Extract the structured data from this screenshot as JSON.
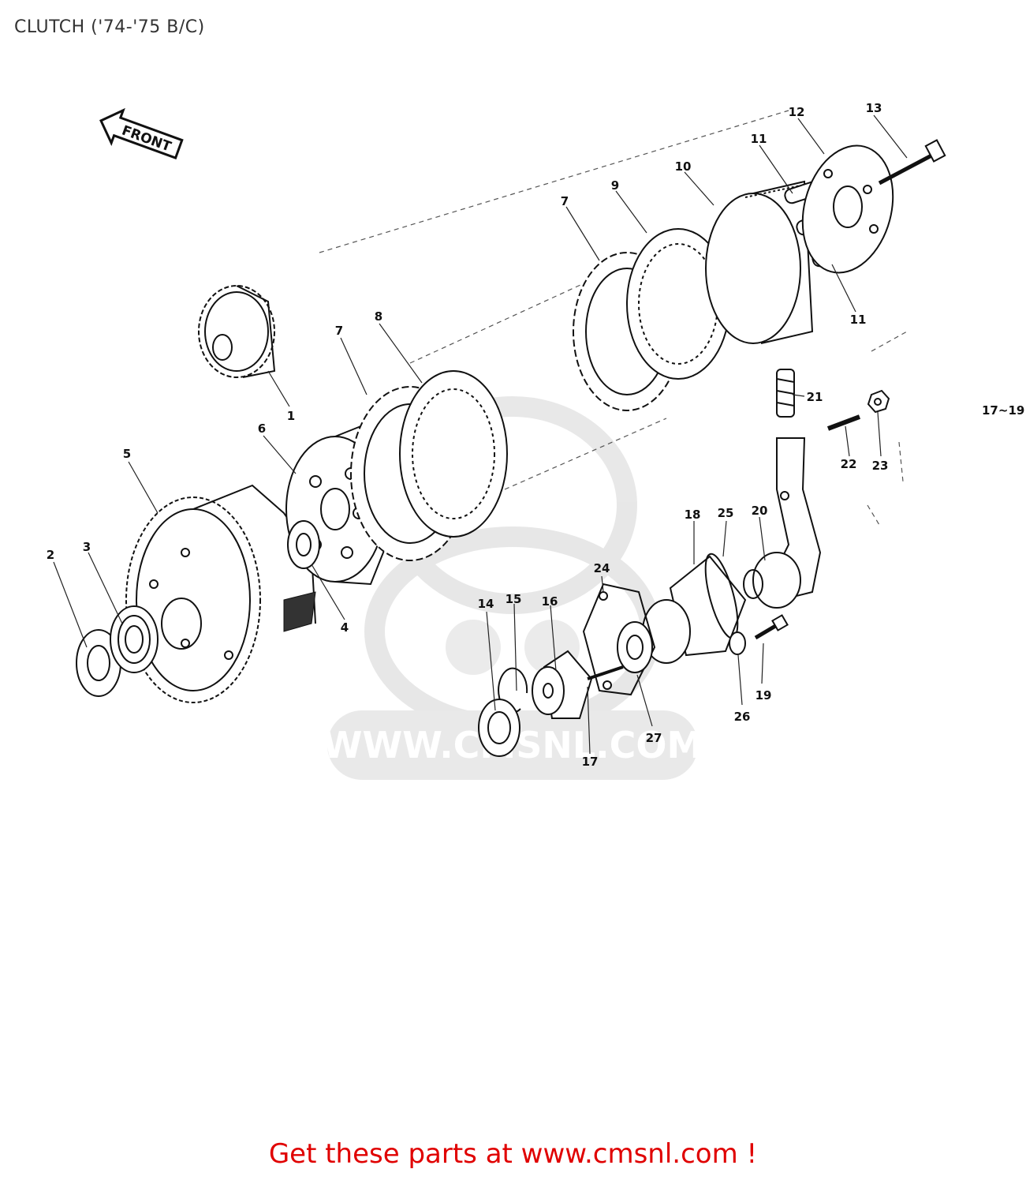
{
  "title": "CLUTCH ('74-'75 B/C)",
  "front_arrow_label": "FRONT",
  "ref_range_note": "17~19",
  "callouts": [
    "1",
    "2",
    "3",
    "4",
    "5",
    "6",
    "7",
    "7",
    "8",
    "9",
    "10",
    "11",
    "11",
    "12",
    "13",
    "14",
    "15",
    "16",
    "17",
    "18",
    "19",
    "20",
    "21",
    "22",
    "23",
    "24",
    "25",
    "26",
    "27"
  ],
  "watermark": "WWW.CMSNL.COM",
  "footer_cta": "Get these parts at www.cmsnl.com !",
  "colors": {
    "footer_cta": "#e00000",
    "title": "#333333",
    "watermark": "#d8d8d8"
  }
}
